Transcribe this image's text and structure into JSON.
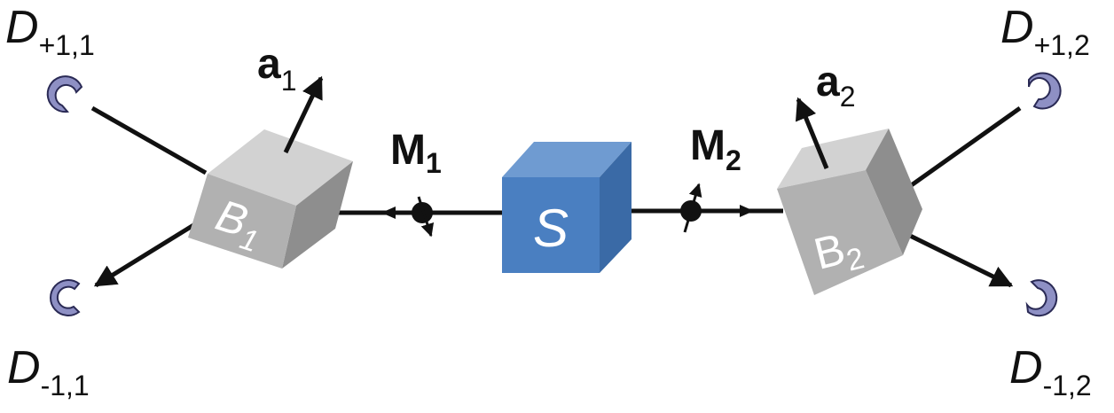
{
  "diagram": {
    "source": {
      "label": "S",
      "face_color": "#4a7fc1",
      "top_color": "#6f9bd1",
      "side_color": "#3a6aa6"
    },
    "beamsplitters": [
      {
        "id": "B1",
        "label_main": "B",
        "label_sub": "1",
        "face_color": "#b1b1b1",
        "top_color": "#d2d2d2",
        "side_color": "#8e8e8e"
      },
      {
        "id": "B2",
        "label_main": "B",
        "label_sub": "2",
        "face_color": "#b1b1b1",
        "top_color": "#d2d2d2",
        "side_color": "#8e8e8e"
      }
    ],
    "axes": [
      {
        "id": "a1",
        "main": "a",
        "sub": "1"
      },
      {
        "id": "a2",
        "main": "a",
        "sub": "2"
      }
    ],
    "moments": [
      {
        "id": "M1",
        "main": "M",
        "sub": "1"
      },
      {
        "id": "M2",
        "main": "M",
        "sub": "2"
      }
    ],
    "detectors": [
      {
        "id": "D+1,1",
        "main": "D",
        "sub": "+1,1"
      },
      {
        "id": "D-1,1",
        "main": "D",
        "sub": "-1,1"
      },
      {
        "id": "D+1,2",
        "main": "D",
        "sub": "+1,2"
      },
      {
        "id": "D-1,2",
        "main": "D",
        "sub": "-1,2"
      }
    ],
    "detector_color": "#8e90c4",
    "line_color": "#111111"
  }
}
